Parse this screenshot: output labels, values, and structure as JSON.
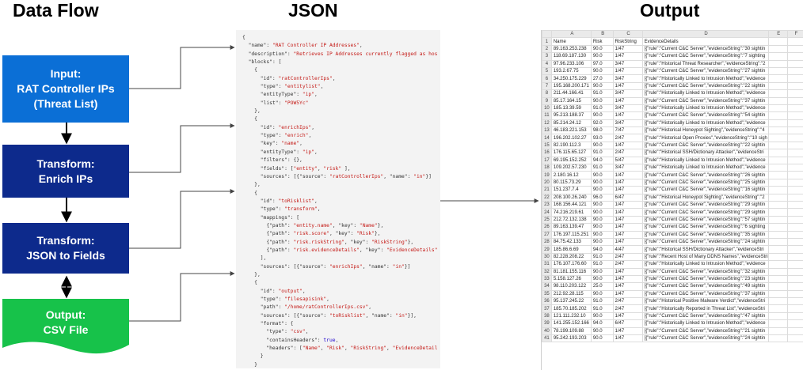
{
  "headers": {
    "data_flow": "Data Flow",
    "json": "JSON",
    "output": "Output"
  },
  "boxes": [
    {
      "lines": [
        "Input:",
        "RAT Controller IPs",
        "(Threat List)"
      ],
      "color": "#0b6fd6"
    },
    {
      "lines": [
        "Transform:",
        "Enrich IPs"
      ],
      "color": "#0d2a8c"
    },
    {
      "lines": [
        "Transform:",
        "JSON to Fields"
      ],
      "color": "#0d2a8c"
    },
    {
      "lines": [
        "Output:",
        "CSV File"
      ],
      "color": "#17c24a"
    }
  ],
  "json_lines": [
    [
      [
        "p",
        "{"
      ]
    ],
    [
      [
        "p",
        "  "
      ],
      [
        "k",
        "\"name\""
      ],
      [
        "p",
        ": "
      ],
      [
        "s",
        "\"RAT Controller IP Addresses\""
      ],
      [
        "p",
        ","
      ]
    ],
    [
      [
        "p",
        "  "
      ],
      [
        "k",
        "\"description\""
      ],
      [
        "p",
        ": "
      ],
      [
        "s",
        "\"Retrieves IP Addresses currently flagged as hos"
      ]
    ],
    [
      [
        "p",
        "  "
      ],
      [
        "k",
        "\"blocks\""
      ],
      [
        "p",
        ": ["
      ]
    ],
    [
      [
        "p",
        "    {"
      ]
    ],
    [
      [
        "p",
        "      "
      ],
      [
        "k",
        "\"id\""
      ],
      [
        "p",
        ": "
      ],
      [
        "s",
        "\"ratControllerIps\""
      ],
      [
        "p",
        ","
      ]
    ],
    [
      [
        "p",
        "      "
      ],
      [
        "k",
        "\"type\""
      ],
      [
        "p",
        ": "
      ],
      [
        "s",
        "\"entitylist\""
      ],
      [
        "p",
        ","
      ]
    ],
    [
      [
        "p",
        "      "
      ],
      [
        "k",
        "\"entityType\""
      ],
      [
        "p",
        ": "
      ],
      [
        "s",
        "\"ip\""
      ],
      [
        "p",
        ","
      ]
    ],
    [
      [
        "p",
        "      "
      ],
      [
        "k",
        "\"list\""
      ],
      [
        "p",
        ": "
      ],
      [
        "s",
        "\"POW5Yc\""
      ]
    ],
    [
      [
        "p",
        "    },"
      ]
    ],
    [
      [
        "p",
        "    {"
      ]
    ],
    [
      [
        "p",
        "      "
      ],
      [
        "k",
        "\"id\""
      ],
      [
        "p",
        ": "
      ],
      [
        "s",
        "\"enrichIps\""
      ],
      [
        "p",
        ","
      ]
    ],
    [
      [
        "p",
        "      "
      ],
      [
        "k",
        "\"type\""
      ],
      [
        "p",
        ": "
      ],
      [
        "s",
        "\"enrich\""
      ],
      [
        "p",
        ","
      ]
    ],
    [
      [
        "p",
        "      "
      ],
      [
        "k",
        "\"key\""
      ],
      [
        "p",
        ": "
      ],
      [
        "s",
        "\"name\""
      ],
      [
        "p",
        ","
      ]
    ],
    [
      [
        "p",
        "      "
      ],
      [
        "k",
        "\"entityType\""
      ],
      [
        "p",
        ": "
      ],
      [
        "s",
        "\"ip\""
      ],
      [
        "p",
        ","
      ]
    ],
    [
      [
        "p",
        "      "
      ],
      [
        "k",
        "\"filters\""
      ],
      [
        "p",
        ": {},"
      ]
    ],
    [
      [
        "p",
        "      "
      ],
      [
        "k",
        "\"fields\""
      ],
      [
        "p",
        ": ["
      ],
      [
        "s",
        "\"entity\""
      ],
      [
        "p",
        ", "
      ],
      [
        "s",
        "\"risk\""
      ],
      [
        "p",
        " ],"
      ]
    ],
    [
      [
        "p",
        "      "
      ],
      [
        "k",
        "\"sources\""
      ],
      [
        "p",
        ": [{"
      ],
      [
        "k",
        "\"source\""
      ],
      [
        "p",
        ": "
      ],
      [
        "s",
        "\"ratControllerIps\""
      ],
      [
        "p",
        ", "
      ],
      [
        "k",
        "\"name\""
      ],
      [
        "p",
        ": "
      ],
      [
        "s",
        "\"in\""
      ],
      [
        "p",
        "}]"
      ]
    ],
    [
      [
        "p",
        "    },"
      ]
    ],
    [
      [
        "p",
        "    {"
      ]
    ],
    [
      [
        "p",
        "      "
      ],
      [
        "k",
        "\"id\""
      ],
      [
        "p",
        ": "
      ],
      [
        "s",
        "\"toRisklist\""
      ],
      [
        "p",
        ","
      ]
    ],
    [
      [
        "p",
        "      "
      ],
      [
        "k",
        "\"type\""
      ],
      [
        "p",
        ": "
      ],
      [
        "s",
        "\"transform\""
      ],
      [
        "p",
        ","
      ]
    ],
    [
      [
        "p",
        "      "
      ],
      [
        "k",
        "\"mappings\""
      ],
      [
        "p",
        ": ["
      ]
    ],
    [
      [
        "p",
        "        {"
      ],
      [
        "k",
        "\"path\""
      ],
      [
        "p",
        ": "
      ],
      [
        "s",
        "\"entity.name\""
      ],
      [
        "p",
        ", "
      ],
      [
        "k",
        "\"key\""
      ],
      [
        "p",
        ": "
      ],
      [
        "s",
        "\"Name\""
      ],
      [
        "p",
        "},"
      ]
    ],
    [
      [
        "p",
        "        {"
      ],
      [
        "k",
        "\"path\""
      ],
      [
        "p",
        ": "
      ],
      [
        "s",
        "\"risk.score\""
      ],
      [
        "p",
        ", "
      ],
      [
        "k",
        "\"key\""
      ],
      [
        "p",
        ": "
      ],
      [
        "s",
        "\"Risk\""
      ],
      [
        "p",
        "},"
      ]
    ],
    [
      [
        "p",
        "        {"
      ],
      [
        "k",
        "\"path\""
      ],
      [
        "p",
        ": "
      ],
      [
        "s",
        "\"risk.riskString\""
      ],
      [
        "p",
        ", "
      ],
      [
        "k",
        "\"key\""
      ],
      [
        "p",
        ": "
      ],
      [
        "s",
        "\"RiskString\""
      ],
      [
        "p",
        "},"
      ]
    ],
    [
      [
        "p",
        "        {"
      ],
      [
        "k",
        "\"path\""
      ],
      [
        "p",
        ": "
      ],
      [
        "s",
        "\"risk.evidenceDetails\""
      ],
      [
        "p",
        ", "
      ],
      [
        "k",
        "\"key\""
      ],
      [
        "p",
        ": "
      ],
      [
        "s",
        "\"EvidenceDetails\""
      ]
    ],
    [
      [
        "p",
        "      ],"
      ]
    ],
    [
      [
        "p",
        "      "
      ],
      [
        "k",
        "\"sources\""
      ],
      [
        "p",
        ": [{"
      ],
      [
        "k",
        "\"source\""
      ],
      [
        "p",
        ": "
      ],
      [
        "s",
        "\"enrichIps\""
      ],
      [
        "p",
        ", "
      ],
      [
        "k",
        "\"name\""
      ],
      [
        "p",
        ": "
      ],
      [
        "s",
        "\"in\""
      ],
      [
        "p",
        "}]"
      ]
    ],
    [
      [
        "p",
        "    },"
      ]
    ],
    [
      [
        "p",
        "    {"
      ]
    ],
    [
      [
        "p",
        "      "
      ],
      [
        "k",
        "\"id\""
      ],
      [
        "p",
        ": "
      ],
      [
        "s",
        "\"output\""
      ],
      [
        "p",
        ","
      ]
    ],
    [
      [
        "p",
        "      "
      ],
      [
        "k",
        "\"type\""
      ],
      [
        "p",
        ": "
      ],
      [
        "s",
        "\"filesapisink\""
      ],
      [
        "p",
        ","
      ]
    ],
    [
      [
        "p",
        "      "
      ],
      [
        "k",
        "\"path\""
      ],
      [
        "p",
        ": "
      ],
      [
        "s",
        "\"/home/ratControllerIps.csv\""
      ],
      [
        "p",
        ","
      ]
    ],
    [
      [
        "p",
        "      "
      ],
      [
        "k",
        "\"sources\""
      ],
      [
        "p",
        ": [{"
      ],
      [
        "k",
        "\"source\""
      ],
      [
        "p",
        ": "
      ],
      [
        "s",
        "\"toRisklist\""
      ],
      [
        "p",
        ", "
      ],
      [
        "k",
        "\"name\""
      ],
      [
        "p",
        ": "
      ],
      [
        "s",
        "\"in\""
      ],
      [
        "p",
        "}],"
      ]
    ],
    [
      [
        "p",
        "      "
      ],
      [
        "k",
        "\"format\""
      ],
      [
        "p",
        ": {"
      ]
    ],
    [
      [
        "p",
        "        "
      ],
      [
        "k",
        "\"type\""
      ],
      [
        "p",
        ": "
      ],
      [
        "s",
        "\"csv\""
      ],
      [
        "p",
        ","
      ]
    ],
    [
      [
        "p",
        "        "
      ],
      [
        "k",
        "\"containsHeaders\""
      ],
      [
        "p",
        ": "
      ],
      [
        "n",
        "true"
      ],
      [
        "p",
        ","
      ]
    ],
    [
      [
        "p",
        "        "
      ],
      [
        "k",
        "\"headers\""
      ],
      [
        "p",
        ": ["
      ],
      [
        "s",
        "\"Name\""
      ],
      [
        "p",
        ", "
      ],
      [
        "s",
        "\"Risk\""
      ],
      [
        "p",
        ", "
      ],
      [
        "s",
        "\"RiskString\""
      ],
      [
        "p",
        ", "
      ],
      [
        "s",
        "\"EvidenceDetail"
      ]
    ],
    [
      [
        "p",
        "      }"
      ]
    ],
    [
      [
        "p",
        "    }"
      ]
    ],
    [
      [
        "p",
        "  ]"
      ]
    ],
    [
      [
        "p",
        "}"
      ]
    ]
  ],
  "spreadsheet": {
    "columns": [
      "",
      "A",
      "B",
      "C",
      "D",
      "E",
      "F"
    ],
    "header_row": [
      "1",
      "Name",
      "Risk",
      "RiskString",
      "EvidenceDetails",
      "",
      ""
    ],
    "rows": [
      [
        "2",
        "89.163.253.238",
        "90.0",
        "1/47",
        "[{\"rule\":\"Current C&C Server\",\"evidenceString\":\"30 sightin"
      ],
      [
        "3",
        "118.69.187.130",
        "90.0",
        "1/47",
        "[{\"rule\":\"Current C&C Server\",\"evidenceString\":\"7 sighting"
      ],
      [
        "4",
        "97.96.233.106",
        "97.0",
        "3/47",
        "[{\"rule\":\"Historical Threat Researcher\",\"evidenceString\":\"2"
      ],
      [
        "5",
        "193.2.67.75",
        "90.0",
        "1/47",
        "[{\"rule\":\"Current C&C Server\",\"evidenceString\":\"27 sightin"
      ],
      [
        "6",
        "34.250.175.229",
        "27.0",
        "3/47",
        "[{\"rule\":\"Historically Linked to Intrusion Method\",\"evidence"
      ],
      [
        "7",
        "195.168.200.171",
        "90.0",
        "1/47",
        "[{\"rule\":\"Current C&C Server\",\"evidenceString\":\"22 sightin"
      ],
      [
        "8",
        "211.44.166.41",
        "91.0",
        "3/47",
        "[{\"rule\":\"Historically Linked to Intrusion Method\",\"evidence"
      ],
      [
        "9",
        "85.17.164.15",
        "90.0",
        "1/47",
        "[{\"rule\":\"Current C&C Server\",\"evidenceString\":\"37 sightin"
      ],
      [
        "10",
        "185.13.39.59",
        "91.0",
        "3/47",
        "[{\"rule\":\"Historically Linked to Intrusion Method\",\"evidence"
      ],
      [
        "11",
        "95.213.188.37",
        "90.0",
        "1/47",
        "[{\"rule\":\"Current C&C Server\",\"evidenceString\":\"54 sightin"
      ],
      [
        "12",
        "85.214.24.12",
        "92.0",
        "3/47",
        "[{\"rule\":\"Historically Linked to Intrusion Method\",\"evidence"
      ],
      [
        "13",
        "46.183.221.153",
        "98.0",
        "7/47",
        "[{\"rule\":\"Historical Honeypot Sighting\",\"evidenceString\":\"4"
      ],
      [
        "14",
        "196.202.102.27",
        "93.0",
        "2/47",
        "[{\"rule\":\"Historical Open Proxies\",\"evidenceString\":\"10 sigh"
      ],
      [
        "15",
        "82.190.112.3",
        "90.0",
        "1/47",
        "[{\"rule\":\"Current C&C Server\",\"evidenceString\":\"22 sightin"
      ],
      [
        "16",
        "176.115.65.127",
        "91.0",
        "2/47",
        "[{\"rule\":\"Historical SSH/Dictionary Attacker\",\"evidenceStri"
      ],
      [
        "17",
        "69.195.152.252",
        "94.0",
        "5/47",
        "[{\"rule\":\"Historically Linked to Intrusion Method\",\"evidence"
      ],
      [
        "18",
        "109.202.57.230",
        "91.0",
        "3/47",
        "[{\"rule\":\"Historically Linked to Intrusion Method\",\"evidence"
      ],
      [
        "19",
        "2.180.16.12",
        "90.0",
        "1/47",
        "[{\"rule\":\"Current C&C Server\",\"evidenceString\":\"26 sightin"
      ],
      [
        "20",
        "80.115.73.29",
        "90.0",
        "1/47",
        "[{\"rule\":\"Current C&C Server\",\"evidenceString\":\"25 sightin"
      ],
      [
        "21",
        "151.237.7.4",
        "90.0",
        "1/47",
        "[{\"rule\":\"Current C&C Server\",\"evidenceString\":\"16 sightin"
      ],
      [
        "22",
        "208.100.26.240",
        "96.0",
        "6/47",
        "[{\"rule\":\"Historical Honeypot Sighting\",\"evidenceString\":\"2"
      ],
      [
        "23",
        "168.156.44.121",
        "90.0",
        "1/47",
        "[{\"rule\":\"Current C&C Server\",\"evidenceString\":\"29 sightin"
      ],
      [
        "24",
        "74.216.219.61",
        "90.0",
        "1/47",
        "[{\"rule\":\"Current C&C Server\",\"evidenceString\":\"29 sightin"
      ],
      [
        "25",
        "212.72.132.138",
        "90.0",
        "1/47",
        "[{\"rule\":\"Current C&C Server\",\"evidenceString\":\"57 sightin"
      ],
      [
        "26",
        "89.163.139.47",
        "90.0",
        "1/47",
        "[{\"rule\":\"Current C&C Server\",\"evidenceString\":\"6 sighting"
      ],
      [
        "27",
        "176.197.115.251",
        "90.0",
        "1/47",
        "[{\"rule\":\"Current C&C Server\",\"evidenceString\":\"35 sightin"
      ],
      [
        "28",
        "84.75.42.133",
        "90.0",
        "1/47",
        "[{\"rule\":\"Current C&C Server\",\"evidenceString\":\"24 sightin"
      ],
      [
        "29",
        "185.86.6.69",
        "94.0",
        "4/47",
        "[{\"rule\":\"Historical SSH/Dictionary Attacker\",\"evidenceStri"
      ],
      [
        "30",
        "82.228.208.22",
        "91.0",
        "2/47",
        "[{\"rule\":\"Recent Host of Many DDNS Names\",\"evidenceStri"
      ],
      [
        "31",
        "176.107.176.60",
        "91.0",
        "2/47",
        "[{\"rule\":\"Historically Linked to Intrusion Method\",\"evidence"
      ],
      [
        "32",
        "81.181.155.116",
        "90.0",
        "1/47",
        "[{\"rule\":\"Current C&C Server\",\"evidenceString\":\"32 sightin"
      ],
      [
        "33",
        "5.158.127.26",
        "90.0",
        "1/47",
        "[{\"rule\":\"Current C&C Server\",\"evidenceString\":\"23 sightin"
      ],
      [
        "34",
        "98.110.203.122",
        "25.0",
        "1/47",
        "[{\"rule\":\"Current C&C Server\",\"evidenceString\":\"49 sightin"
      ],
      [
        "35",
        "212.92.28.115",
        "90.0",
        "1/47",
        "[{\"rule\":\"Current C&C Server\",\"evidenceString\":\"37 sightin"
      ],
      [
        "36",
        "95.137.245.22",
        "91.0",
        "2/47",
        "[{\"rule\":\"Historical Positive Malware Verdict\",\"evidenceStri"
      ],
      [
        "37",
        "185.70.185.202",
        "91.0",
        "2/47",
        "[{\"rule\":\"Historically Reported in Threat List\",\"evidenceStri"
      ],
      [
        "38",
        "121.111.232.10",
        "90.0",
        "1/47",
        "[{\"rule\":\"Current C&C Server\",\"evidenceString\":\"47 sightin"
      ],
      [
        "39",
        "141.255.152.166",
        "94.0",
        "6/47",
        "[{\"rule\":\"Historically Linked to Intrusion Method\",\"evidence"
      ],
      [
        "40",
        "78.199.109.88",
        "90.0",
        "1/47",
        "[{\"rule\":\"Current C&C Server\",\"evidenceString\":\"21 sightin"
      ],
      [
        "41",
        "95.242.193.203",
        "90.0",
        "1/47",
        "[{\"rule\":\"Current C&C Server\",\"evidenceString\":\"24 sightin"
      ]
    ]
  }
}
